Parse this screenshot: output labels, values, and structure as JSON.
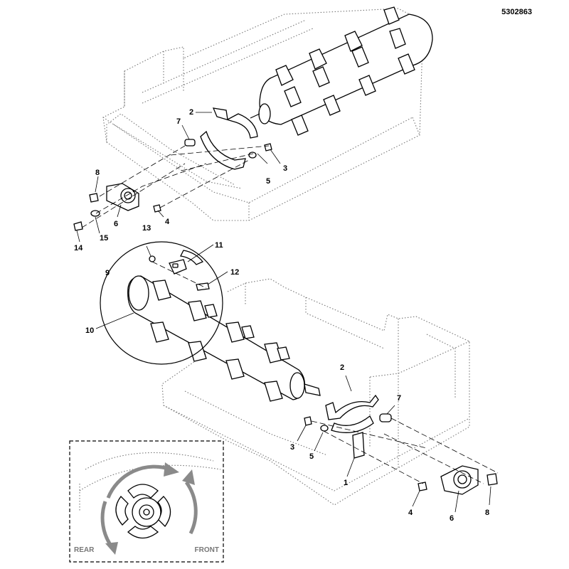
{
  "document_number": "5302863",
  "labels": {
    "p1": "1",
    "p2_top": "2",
    "p2_bottom": "2",
    "p3_top": "3",
    "p3_bottom": "3",
    "p4_top": "4",
    "p4_bottom": "4",
    "p5_top": "5",
    "p5_bottom": "5",
    "p6_top": "6",
    "p6_bottom": "6",
    "p7_top": "7",
    "p7_bottom": "7",
    "p8_top": "8",
    "p8_bottom": "8",
    "p9": "9",
    "p10": "10",
    "p11": "11",
    "p12": "12",
    "p13": "13",
    "p14": "14",
    "p15": "15"
  },
  "rotation_inset": {
    "rear_label": "REAR",
    "front_label": "FRONT"
  },
  "colors": {
    "line": "#000000",
    "housing": "#777777",
    "rotation_arrow": "#8a8a8a"
  }
}
